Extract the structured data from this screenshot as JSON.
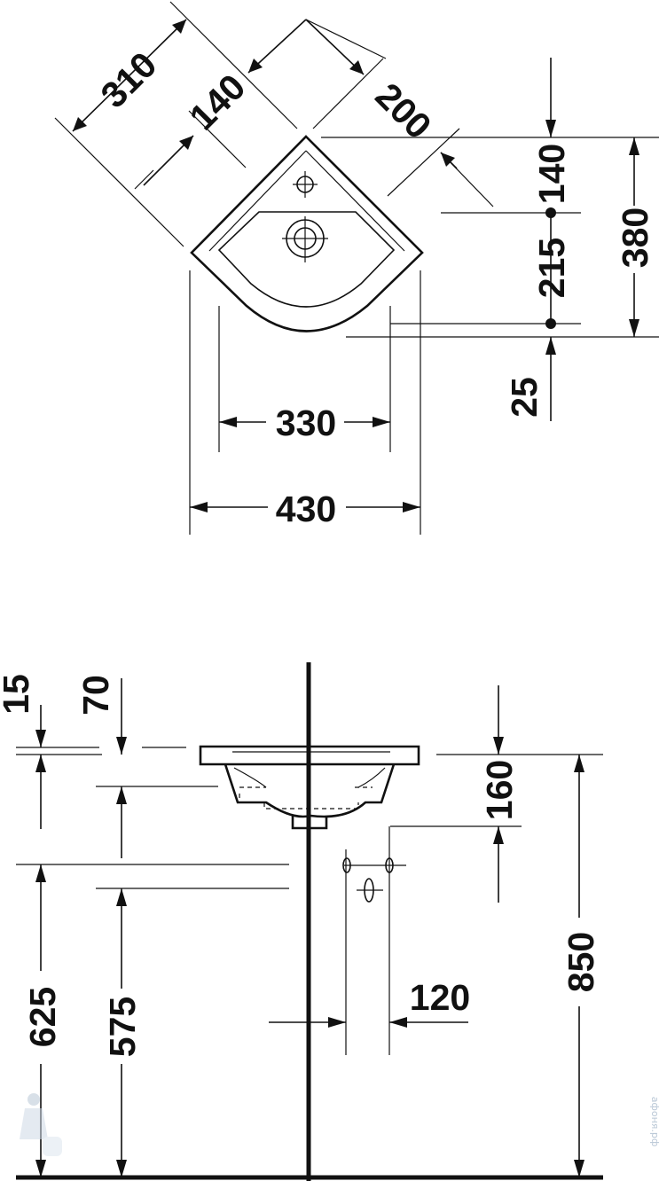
{
  "top_view": {
    "dims": {
      "d310": "310",
      "d140_diag": "140",
      "d200": "200",
      "d140_right": "140",
      "d215": "215",
      "d380": "380",
      "d25": "25",
      "d330": "330",
      "d430": "430"
    }
  },
  "side_view": {
    "dims": {
      "d15": "15",
      "d70": "70",
      "d160": "160",
      "d625": "625",
      "d575": "575",
      "d120": "120",
      "d850": "850"
    }
  },
  "watermark": {
    "text": "афоня.рф"
  }
}
